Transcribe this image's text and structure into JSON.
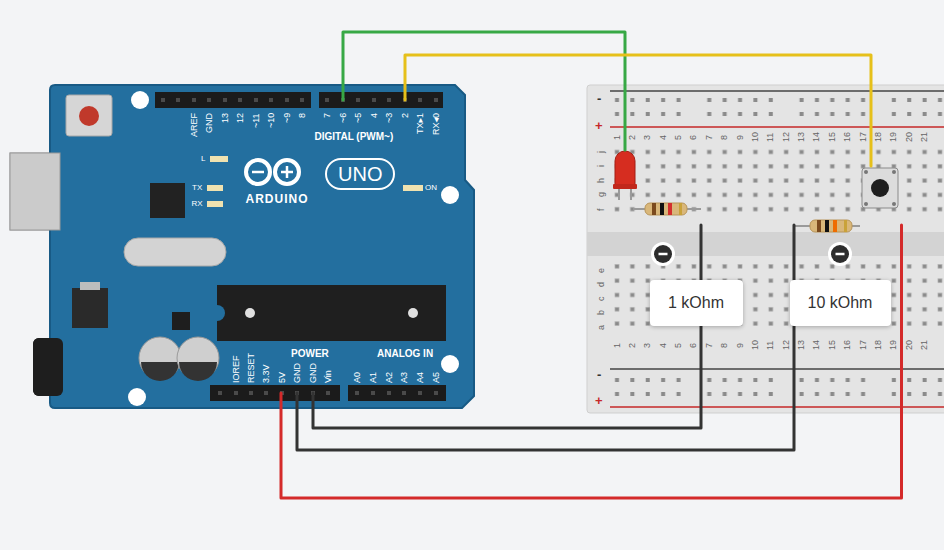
{
  "diagram": {
    "nodes": [
      {
        "text": [
          "1 kOhm"
        ]
      },
      {
        "text": [
          "10 kOhm"
        ]
      }
    ],
    "labels": [
      "AREF",
      "GND",
      "13",
      "12",
      "~11",
      "~10",
      "~9",
      "8",
      "7",
      "~6",
      "~5",
      "4",
      "~3",
      "2",
      "TX▸1",
      "RX◂0",
      "DIGITAL (PWM~)",
      "L",
      "TX",
      "RX",
      "ARDUINO",
      "UNO",
      "ON",
      "IOREF",
      "RESET",
      "3.3V",
      "5V",
      "GND",
      "GND",
      "Vin",
      "POWER",
      "ANALOG IN",
      "A0",
      "A1",
      "A2",
      "A3",
      "A4",
      "A5",
      "-",
      "+",
      "-",
      "+",
      "j",
      "i",
      "h",
      "g",
      "f",
      "e",
      "d",
      "c",
      "b",
      "a",
      "1",
      "2",
      "3",
      "4",
      "5",
      "6",
      "7",
      "8",
      "9",
      "10",
      "11",
      "12",
      "13",
      "14",
      "15",
      "16",
      "17",
      "18",
      "19",
      "20",
      "21",
      "1",
      "2",
      "3",
      "4",
      "5",
      "6",
      "7",
      "8",
      "9",
      "10",
      "11",
      "12",
      "13",
      "14",
      "15",
      "16",
      "17",
      "18",
      "19",
      "20",
      "21"
    ]
  }
}
